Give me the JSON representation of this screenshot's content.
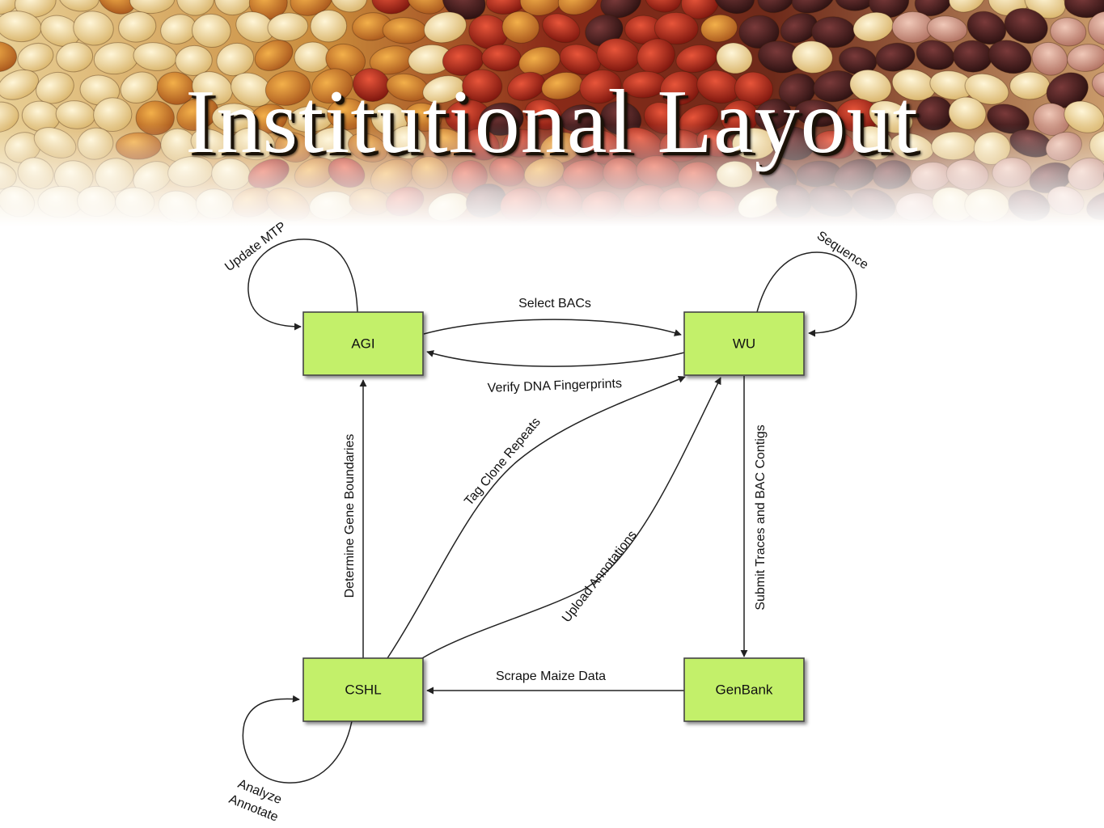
{
  "slide": {
    "title": "Institutional Layout"
  },
  "colors": {
    "node_fill": "#c3f06a",
    "node_stroke": "#444444",
    "title_text": "#ffffff"
  },
  "diagram": {
    "nodes": [
      {
        "id": "agi",
        "label": "AGI"
      },
      {
        "id": "wu",
        "label": "WU"
      },
      {
        "id": "cshl",
        "label": "CSHL"
      },
      {
        "id": "genbank",
        "label": "GenBank"
      }
    ],
    "edges": [
      {
        "id": "update-mtp",
        "from": "AGI",
        "to": "AGI",
        "label": "Update MTP"
      },
      {
        "id": "sequence",
        "from": "WU",
        "to": "WU",
        "label": "Sequence"
      },
      {
        "id": "select-bacs",
        "from": "AGI",
        "to": "WU",
        "label": "Select BACs"
      },
      {
        "id": "verify-dna",
        "from": "WU",
        "to": "AGI",
        "label": "Verify DNA Fingerprints"
      },
      {
        "id": "determine-gene",
        "from": "CSHL",
        "to": "AGI",
        "label": "Determine Gene Boundaries"
      },
      {
        "id": "tag-clone",
        "from": "CSHL",
        "to": "WU",
        "label": "Tag Clone Repeats"
      },
      {
        "id": "upload-annotations",
        "from": "CSHL",
        "to": "WU",
        "label": "Upload Annotations"
      },
      {
        "id": "submit-traces",
        "from": "WU",
        "to": "GenBank",
        "label": "Submit Traces and BAC Contigs"
      },
      {
        "id": "scrape-maize",
        "from": "GenBank",
        "to": "CSHL",
        "label": "Scrape Maize Data"
      },
      {
        "id": "analyze-annotate",
        "from": "CSHL",
        "to": "CSHL",
        "label_line1": "Analyze",
        "label_line2": "Annotate"
      }
    ]
  }
}
